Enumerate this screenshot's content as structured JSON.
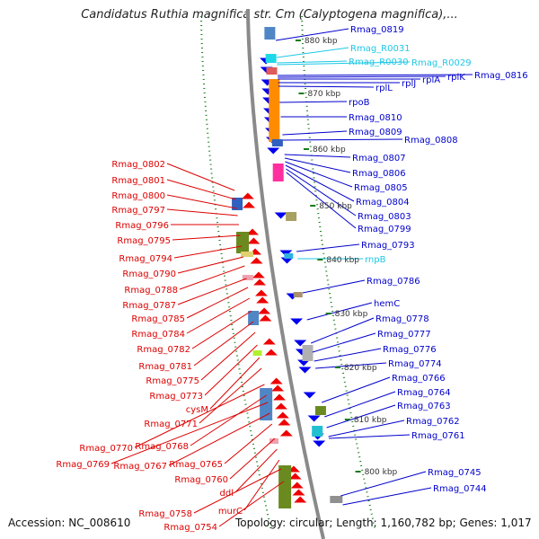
{
  "title": "Candidatus Ruthia magnifica str. Cm (Calyptogena magnifica),...",
  "footer": {
    "accession": "Accession: NC_008610",
    "summary": "Topology: circular; Length: 1,160,782 bp; Genes: 1,017"
  },
  "colors": {
    "forward_label": "#0000cc",
    "rna_label": "#1ec8e6",
    "reverse_label": "#dd0000",
    "tick": "#1a7a1a",
    "backbone": "#8a8a8a"
  },
  "ticks": [
    "880 kbp",
    "870 kbp",
    "860 kbp",
    "850 kbp",
    "840 kbp",
    "830 kbp",
    "820 kbp",
    "810 kbp",
    "800 kbp"
  ],
  "forward_labels": [
    {
      "text": "Rmag_0819",
      "type": "gene"
    },
    {
      "text": "Rmag_R0031",
      "type": "rna"
    },
    {
      "text": "Rmag_R0030",
      "type": "rna"
    },
    {
      "text": "Rmag_R0029",
      "type": "rna"
    },
    {
      "text": "Rmag_0816",
      "type": "gene"
    },
    {
      "text": "rplK",
      "type": "gene"
    },
    {
      "text": "rplA",
      "type": "gene"
    },
    {
      "text": "rplJ",
      "type": "gene"
    },
    {
      "text": "rplL",
      "type": "gene"
    },
    {
      "text": "rpoB",
      "type": "gene"
    },
    {
      "text": "Rmag_0810",
      "type": "gene"
    },
    {
      "text": "Rmag_0809",
      "type": "gene"
    },
    {
      "text": "Rmag_0808",
      "type": "gene"
    },
    {
      "text": "Rmag_0807",
      "type": "gene"
    },
    {
      "text": "Rmag_0806",
      "type": "gene"
    },
    {
      "text": "Rmag_0805",
      "type": "gene"
    },
    {
      "text": "Rmag_0804",
      "type": "gene"
    },
    {
      "text": "Rmag_0803",
      "type": "gene"
    },
    {
      "text": "Rmag_0799",
      "type": "gene"
    },
    {
      "text": "Rmag_0793",
      "type": "gene"
    },
    {
      "text": "rnpB",
      "type": "rna"
    },
    {
      "text": "Rmag_0786",
      "type": "gene"
    },
    {
      "text": "hemC",
      "type": "gene"
    },
    {
      "text": "Rmag_0778",
      "type": "gene"
    },
    {
      "text": "Rmag_0777",
      "type": "gene"
    },
    {
      "text": "Rmag_0776",
      "type": "gene"
    },
    {
      "text": "Rmag_0774",
      "type": "gene"
    },
    {
      "text": "Rmag_0766",
      "type": "gene"
    },
    {
      "text": "Rmag_0764",
      "type": "gene"
    },
    {
      "text": "Rmag_0763",
      "type": "gene"
    },
    {
      "text": "Rmag_0762",
      "type": "gene"
    },
    {
      "text": "Rmag_0761",
      "type": "gene"
    },
    {
      "text": "Rmag_0745",
      "type": "gene"
    },
    {
      "text": "Rmag_0744",
      "type": "gene"
    }
  ],
  "reverse_labels": [
    "Rmag_0802",
    "Rmag_0801",
    "Rmag_0800",
    "Rmag_0797",
    "Rmag_0796",
    "Rmag_0795",
    "Rmag_0794",
    "Rmag_0790",
    "Rmag_0788",
    "Rmag_0787",
    "Rmag_0785",
    "Rmag_0784",
    "Rmag_0782",
    "Rmag_0781",
    "Rmag_0775",
    "Rmag_0773",
    "cysM",
    "Rmag_0771",
    "Rmag_0770",
    "Rmag_0768",
    "Rmag_0769",
    "Rmag_0767",
    "Rmag_0765",
    "Rmag_0760",
    "ddl",
    "murC",
    "Rmag_0758",
    "Rmag_0754"
  ]
}
